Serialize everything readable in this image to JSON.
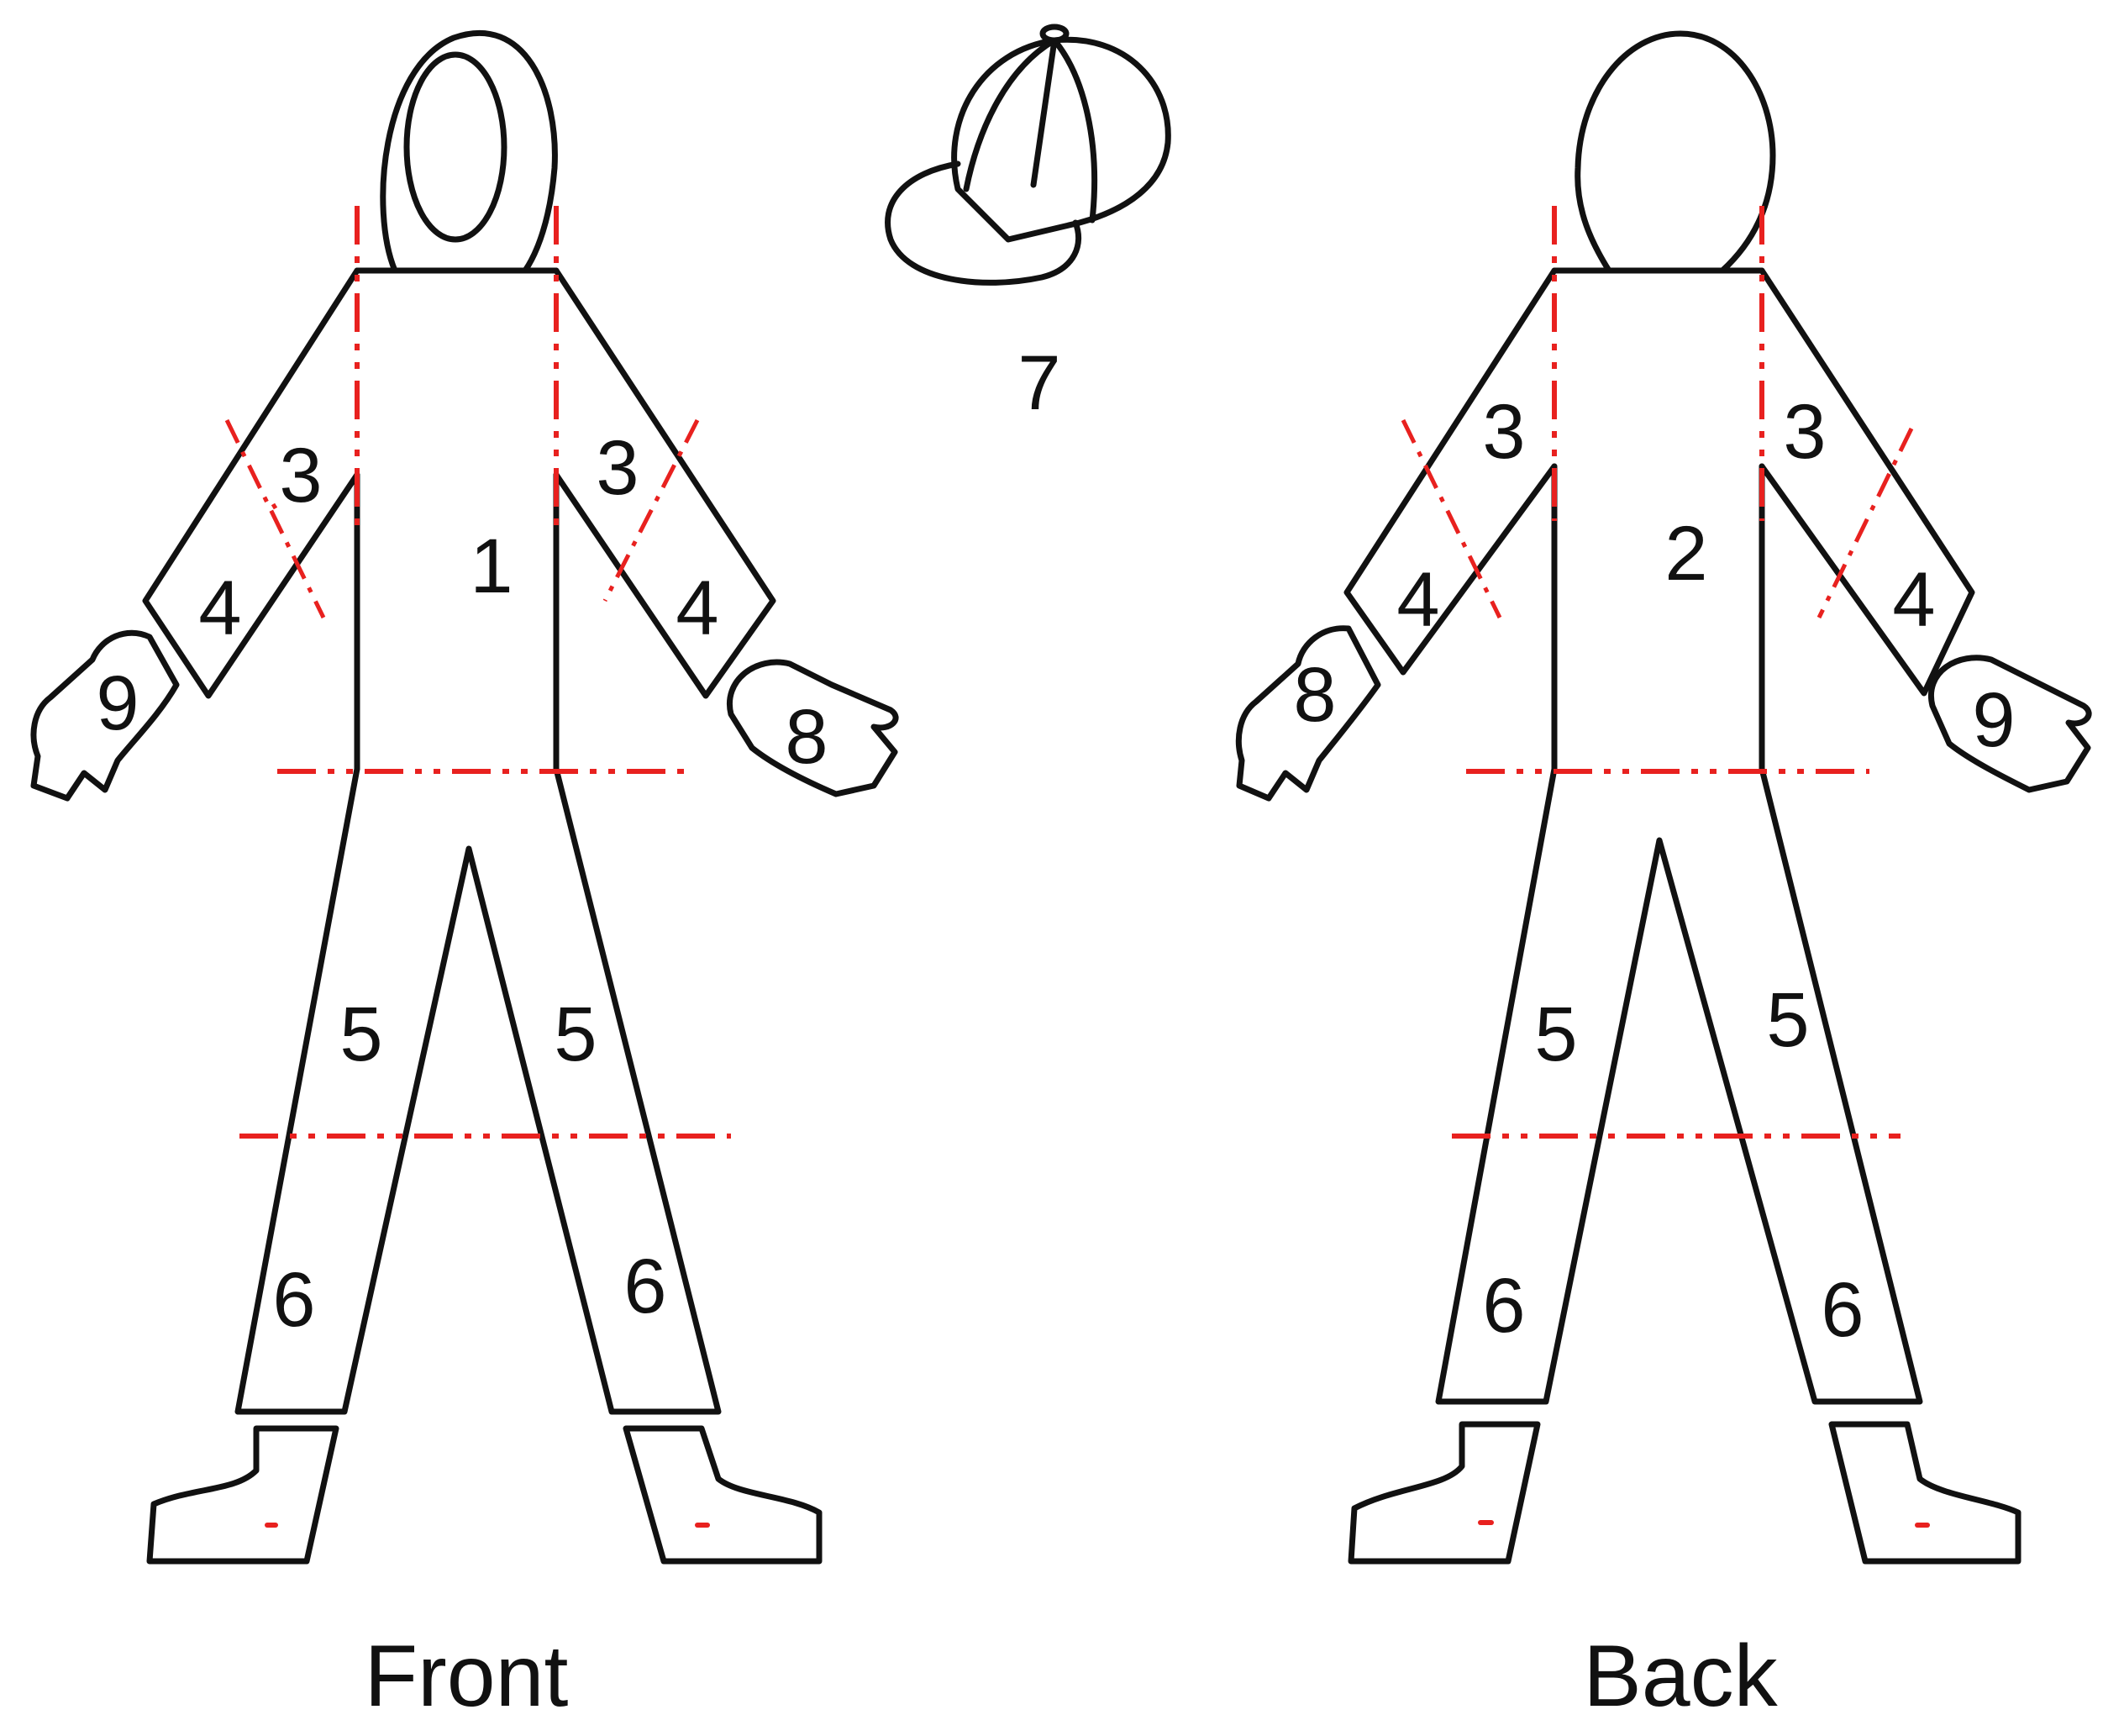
{
  "captions": {
    "front": "Front",
    "back": "Back"
  },
  "labels": {
    "front_torso": "1",
    "back_torso": "2",
    "upper_arm": "3",
    "forearm": "4",
    "thigh": "5",
    "shin": "6",
    "cap": "7",
    "glove_a": "8",
    "glove_b": "9"
  },
  "colors": {
    "outline": "#111111",
    "cut_line": "#e8211f",
    "background": "#ffffff"
  }
}
